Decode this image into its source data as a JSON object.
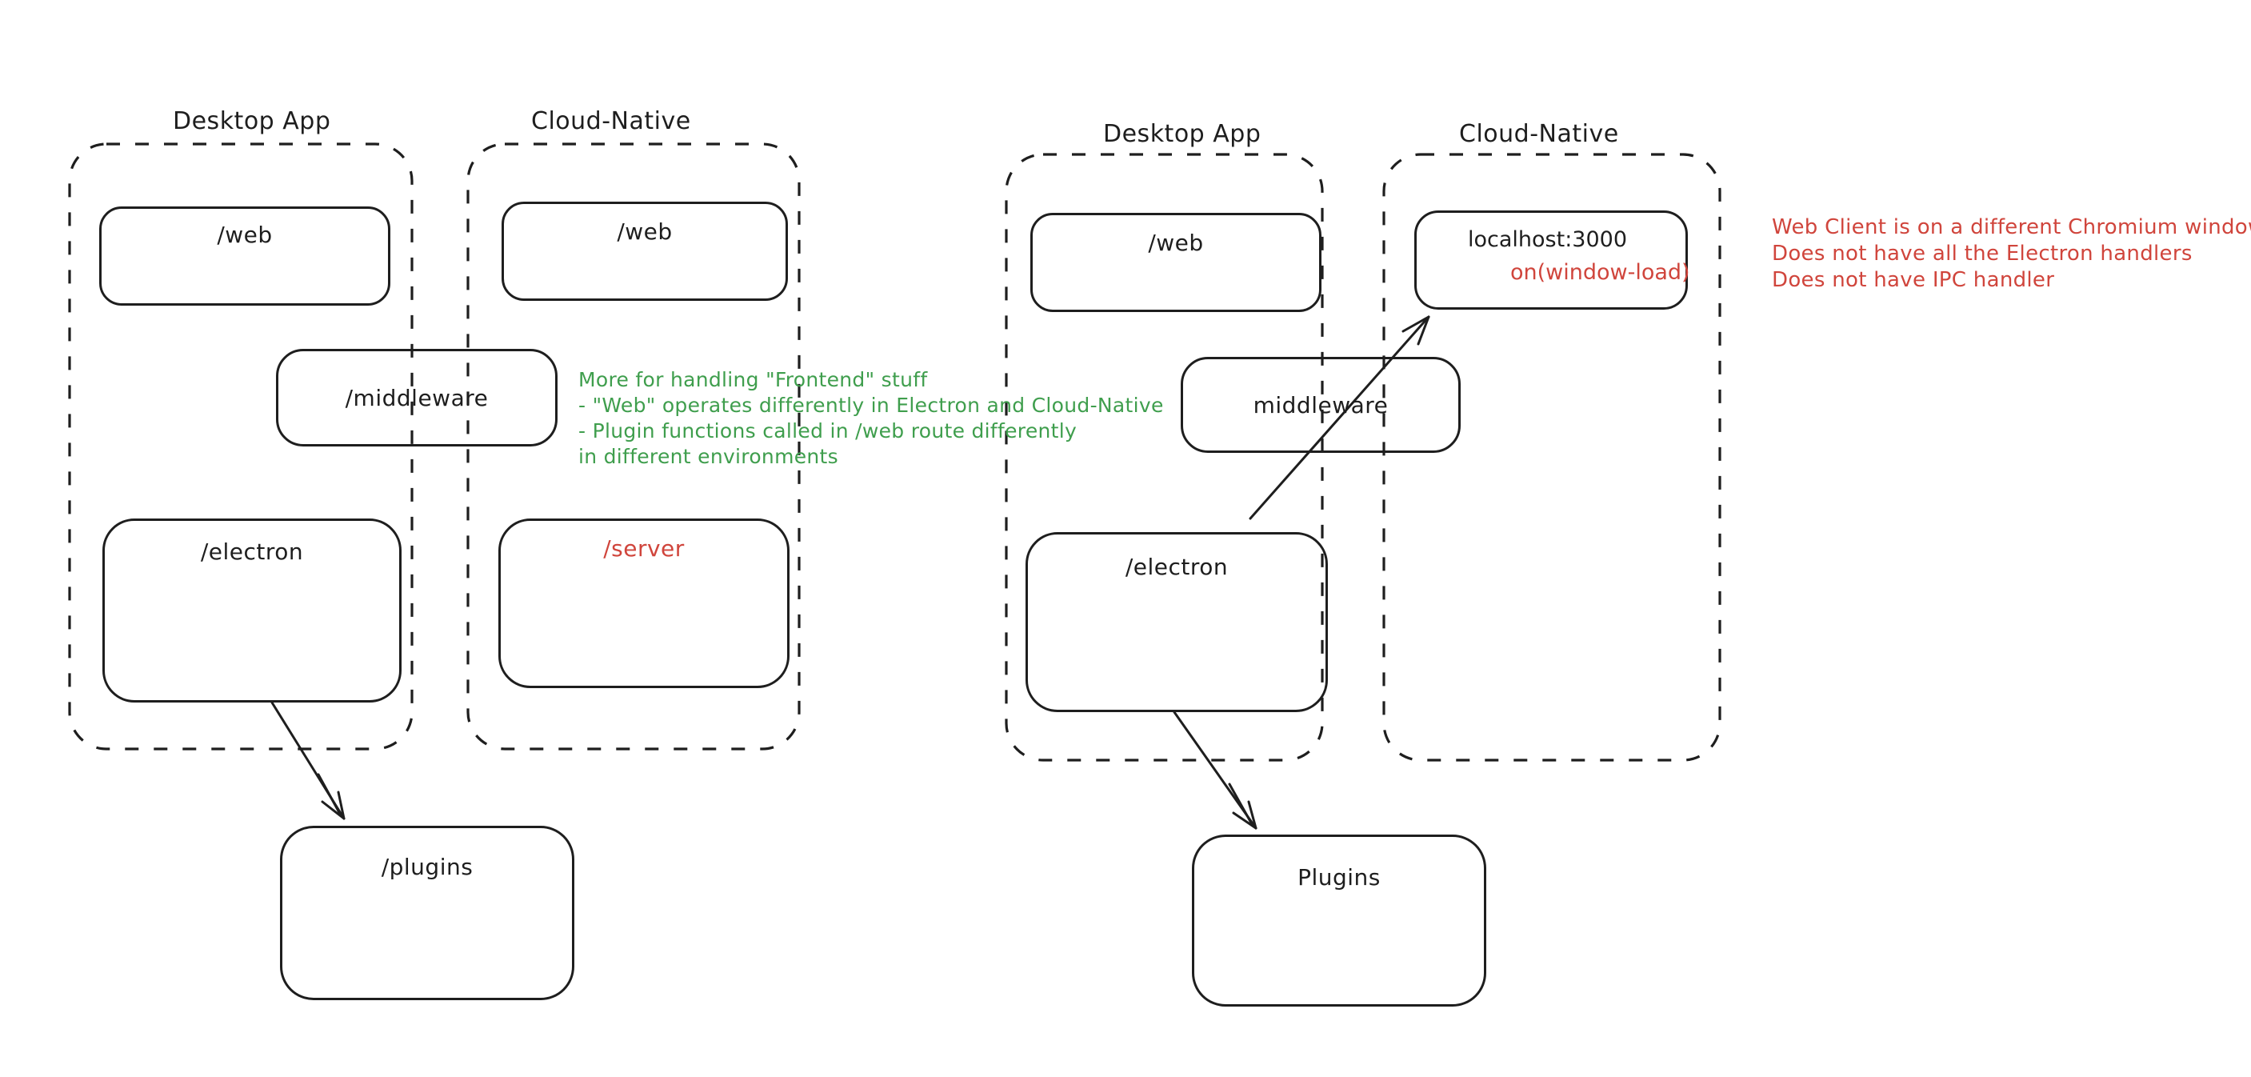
{
  "colors": {
    "background": "#ffffff",
    "ink": "#1e1e1e",
    "red": "#d0453c",
    "green": "#3f9e4d"
  },
  "left": {
    "desktop_label": "Desktop App",
    "cloud_label": "Cloud-Native",
    "desktop_web": "/web",
    "cloud_web": "/web",
    "middleware": "/middleware",
    "electron": "/electron",
    "server": "/server",
    "plugins": "/plugins",
    "note_lines": [
      "More for handling \"Frontend\" stuff",
      "- \"Web\" operates differently in Electron and Cloud-Native",
      "- Plugin functions called in /web route differently",
      "in different environments"
    ]
  },
  "right": {
    "desktop_label": "Desktop App",
    "cloud_label": "Cloud-Native",
    "desktop_web": "/web",
    "localhost": "localhost:3000",
    "window_load": "on(window-load)",
    "middleware": "middleware",
    "electron": "/electron",
    "plugins": "Plugins",
    "note_lines": [
      "Web Client is on a different Chromium window",
      "Does not have all the Electron handlers",
      "Does not have IPC handler"
    ]
  },
  "arrows": [
    {
      "id": "left-electron-to-plugins",
      "from": "/electron",
      "to": "/plugins"
    },
    {
      "id": "right-electron-to-localhost",
      "from": "/electron",
      "to": "localhost:3000"
    },
    {
      "id": "right-electron-to-plugins",
      "from": "/electron",
      "to": "Plugins"
    }
  ]
}
